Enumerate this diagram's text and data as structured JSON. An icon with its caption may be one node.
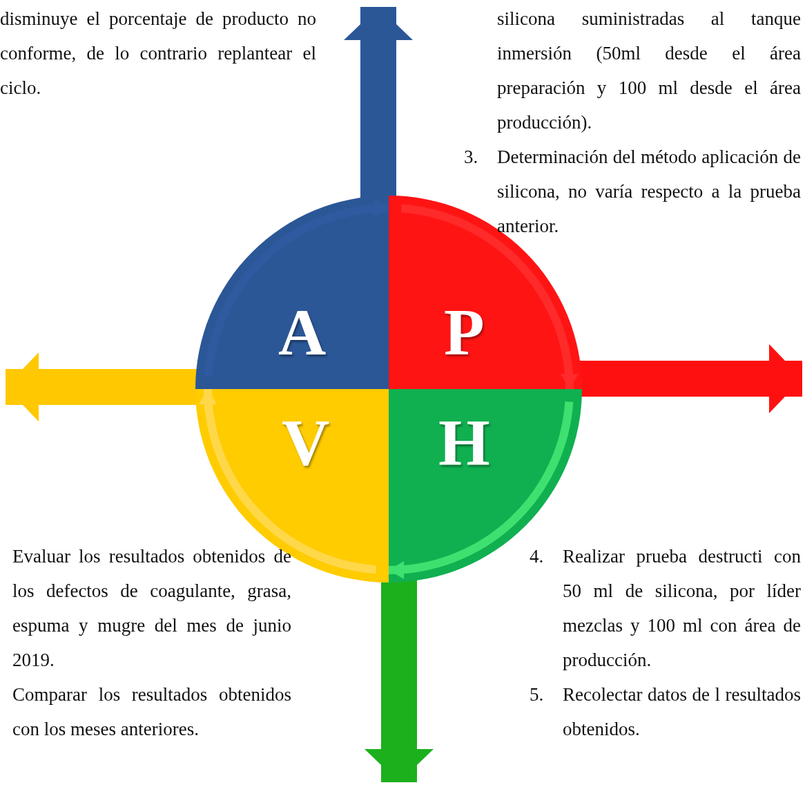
{
  "diagram": {
    "nodes": [
      {
        "text": [
          "A"
        ]
      },
      {
        "text": [
          "P"
        ]
      },
      {
        "text": [
          "V"
        ]
      },
      {
        "text": [
          "H"
        ]
      }
    ],
    "edges": [
      {
        "from": 0,
        "to": 1,
        "arrow": "to",
        "color": "#2f5aa0"
      },
      {
        "from": 1,
        "to": 3,
        "arrow": "to",
        "color": "#ff2a2a"
      },
      {
        "from": 3,
        "to": 2,
        "arrow": "to",
        "color": "#3ee070"
      },
      {
        "from": 2,
        "to": 0,
        "arrow": "to",
        "color": "#ffd84a"
      },
      {
        "from": 0,
        "to": null,
        "arrow": "to",
        "style": "thick",
        "color": "#2b5797"
      },
      {
        "from": 1,
        "to": null,
        "arrow": "to",
        "style": "thick",
        "color": "#ff1010"
      },
      {
        "from": 2,
        "to": null,
        "arrow": "to",
        "style": "thick",
        "color": "#ffc800"
      },
      {
        "from": 3,
        "to": null,
        "arrow": "to",
        "style": "thick",
        "color": "#1cb01c"
      }
    ],
    "labels": [
      "disminuye el porcentaje de producto no conforme, de lo contrario replantear el ciclo.",
      "silicona suministradas al tanque inmersión (50ml desde el área preparación y 100 ml desde el área producción).",
      "3.",
      "Determinación del método aplicación de silicona, no varía respecto a la prueba anterior.",
      "Evaluar los resultados obtenidos de los defectos de coagulante, grasa, espuma y mugre del mes de junio 2019.",
      "Comparar los resultados obtenidos con los meses anteriores.",
      "4.",
      "Realizar prueba destructi con 50 ml de silicona, por líder mezclas y 100 ml con área de producción.",
      "5.",
      "Recolectar datos de l resultados obtenidos."
    ]
  }
}
